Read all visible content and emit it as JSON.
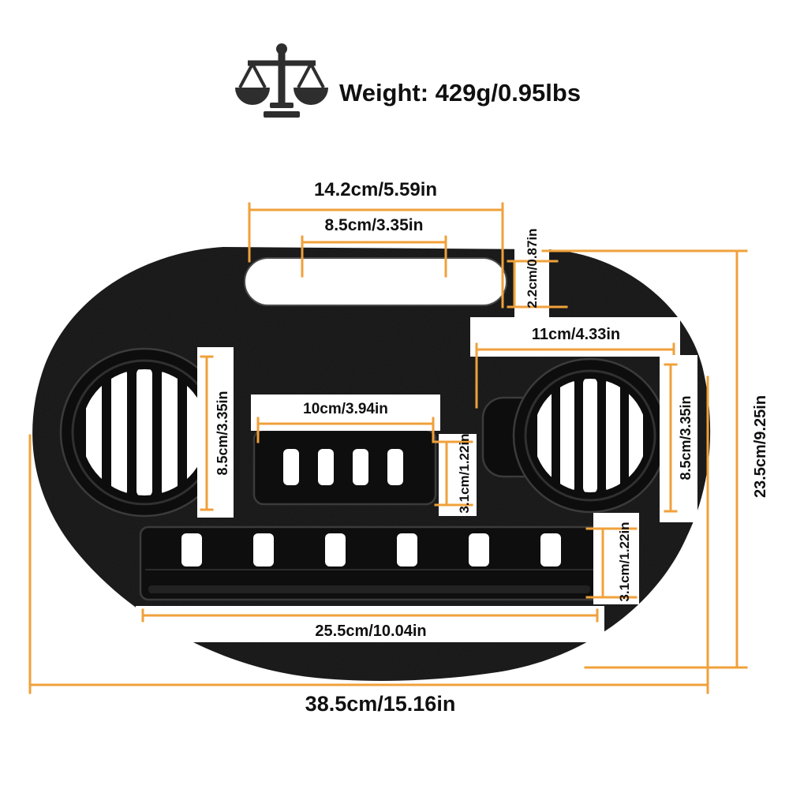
{
  "weight": {
    "icon": "balance-scale-icon",
    "label": "Weight: 429g/0.95lbs"
  },
  "dimensions": {
    "handle_outer_width": "14.2cm/5.59in",
    "handle_inner_width": "8.5cm/3.35in",
    "handle_height": "2.2cm/0.87in",
    "right_section_width": "11cm/4.33in",
    "left_cup_diameter": "8.5cm/3.35in",
    "middle_slot_width": "10cm/3.94in",
    "middle_slot_height": "3.1cm/1.22in",
    "right_cup_diameter": "8.5cm/3.35in",
    "bottom_tray_height": "3.1cm/1.22in",
    "overall_height": "23.5cm/9.25in",
    "bottom_tray_width": "25.5cm/10.04in",
    "overall_width": "38.5cm/15.16in"
  },
  "colors": {
    "dimension_line": "#F0A13B",
    "tray_body": "#151515",
    "label_text": "#101010",
    "background": "#FFFFFF"
  }
}
